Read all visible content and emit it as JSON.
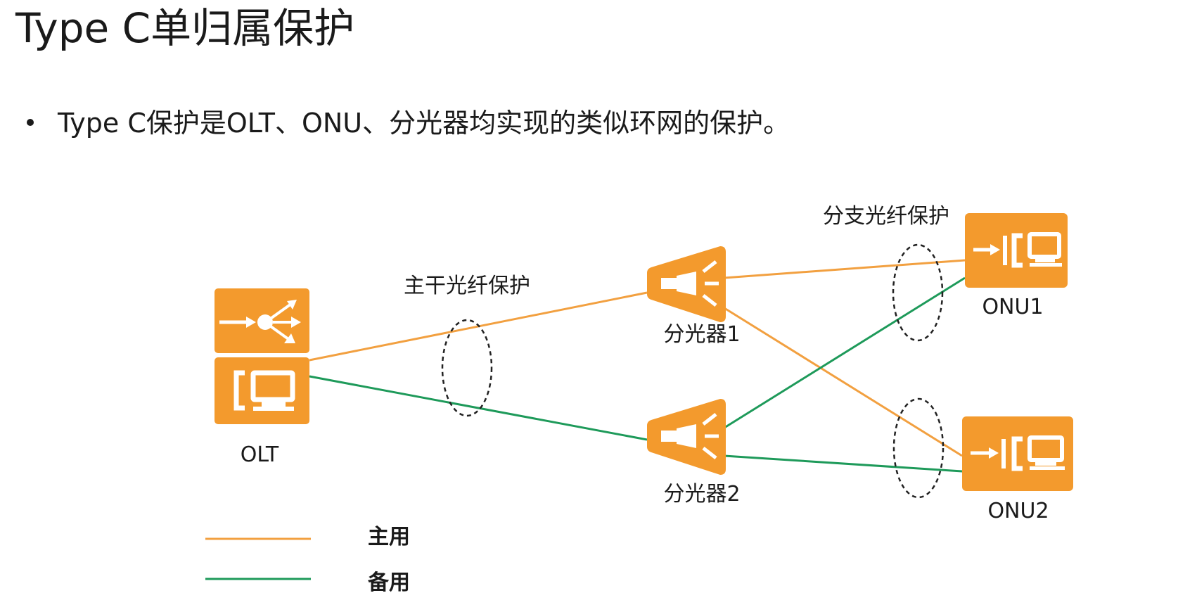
{
  "slide": {
    "title": "Type C单归属保护",
    "bullet": "Type C保护是OLT、ONU、分光器均实现的类似环网的保护。"
  },
  "colors": {
    "device_orange": "#f39a2d",
    "primary_line": "#f2a040",
    "backup_line": "#1e9a5a",
    "ellipse": "#222222"
  },
  "diagram": {
    "nodes": {
      "olt": {
        "label": "OLT",
        "icon": "olt-icon"
      },
      "splitter1": {
        "label": "分光器1",
        "icon": "splitter-icon"
      },
      "splitter2": {
        "label": "分光器2",
        "icon": "splitter-icon"
      },
      "onu1": {
        "label": "ONU1",
        "icon": "onu-icon"
      },
      "onu2": {
        "label": "ONU2",
        "icon": "onu-icon"
      }
    },
    "annotations": {
      "trunk": "主干光纤保护",
      "branch": "分支光纤保护"
    },
    "links": [
      {
        "from": "olt",
        "to": "splitter1",
        "type": "primary"
      },
      {
        "from": "olt",
        "to": "splitter2",
        "type": "backup"
      },
      {
        "from": "splitter1",
        "to": "onu1",
        "type": "primary"
      },
      {
        "from": "splitter1",
        "to": "onu2",
        "type": "primary"
      },
      {
        "from": "splitter2",
        "to": "onu1",
        "type": "backup"
      },
      {
        "from": "splitter2",
        "to": "onu2",
        "type": "backup"
      }
    ],
    "legend": {
      "primary": "主用",
      "backup": "备用"
    }
  }
}
